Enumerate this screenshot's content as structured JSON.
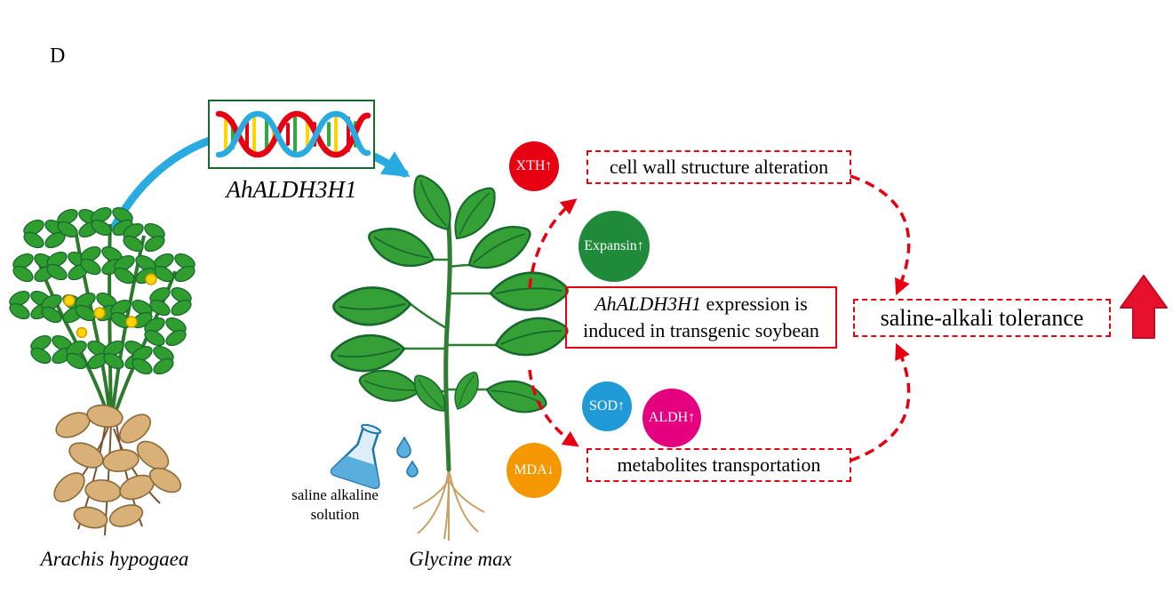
{
  "panel_label": "D",
  "gene": {
    "name": "AhALDH3H1"
  },
  "plants": {
    "source": {
      "name": "Arachis hypogaea"
    },
    "target": {
      "name": "Glycine max"
    }
  },
  "treatment": {
    "line1": "saline alkaline",
    "line2": "solution"
  },
  "markers": [
    {
      "id": "XTH",
      "label": "XTH↑",
      "color": "#e60012"
    },
    {
      "id": "Expansin",
      "label": "Expansin↑",
      "color": "#1e8a3a"
    },
    {
      "id": "SOD",
      "label": "SOD↑",
      "color": "#1f9ad6"
    },
    {
      "id": "ALDH",
      "label": "ALDH↑",
      "color": "#e4007f"
    },
    {
      "id": "MDA",
      "label": "MDA↓",
      "color": "#f39800"
    }
  ],
  "boxes": {
    "cell_wall": {
      "text": "cell wall structure alteration"
    },
    "expression": {
      "gene": "AhALDH3H1",
      "line1_rest": " expression is",
      "line2": "induced in transgenic soybean"
    },
    "metabolites": {
      "text": "metabolites transportation"
    },
    "tolerance": {
      "text": "saline-alkali tolerance"
    }
  },
  "colors": {
    "accent_red": "#e60012",
    "transfer_arrow_blue": "#29abe2",
    "dna_box_border_green": "#17682f"
  }
}
